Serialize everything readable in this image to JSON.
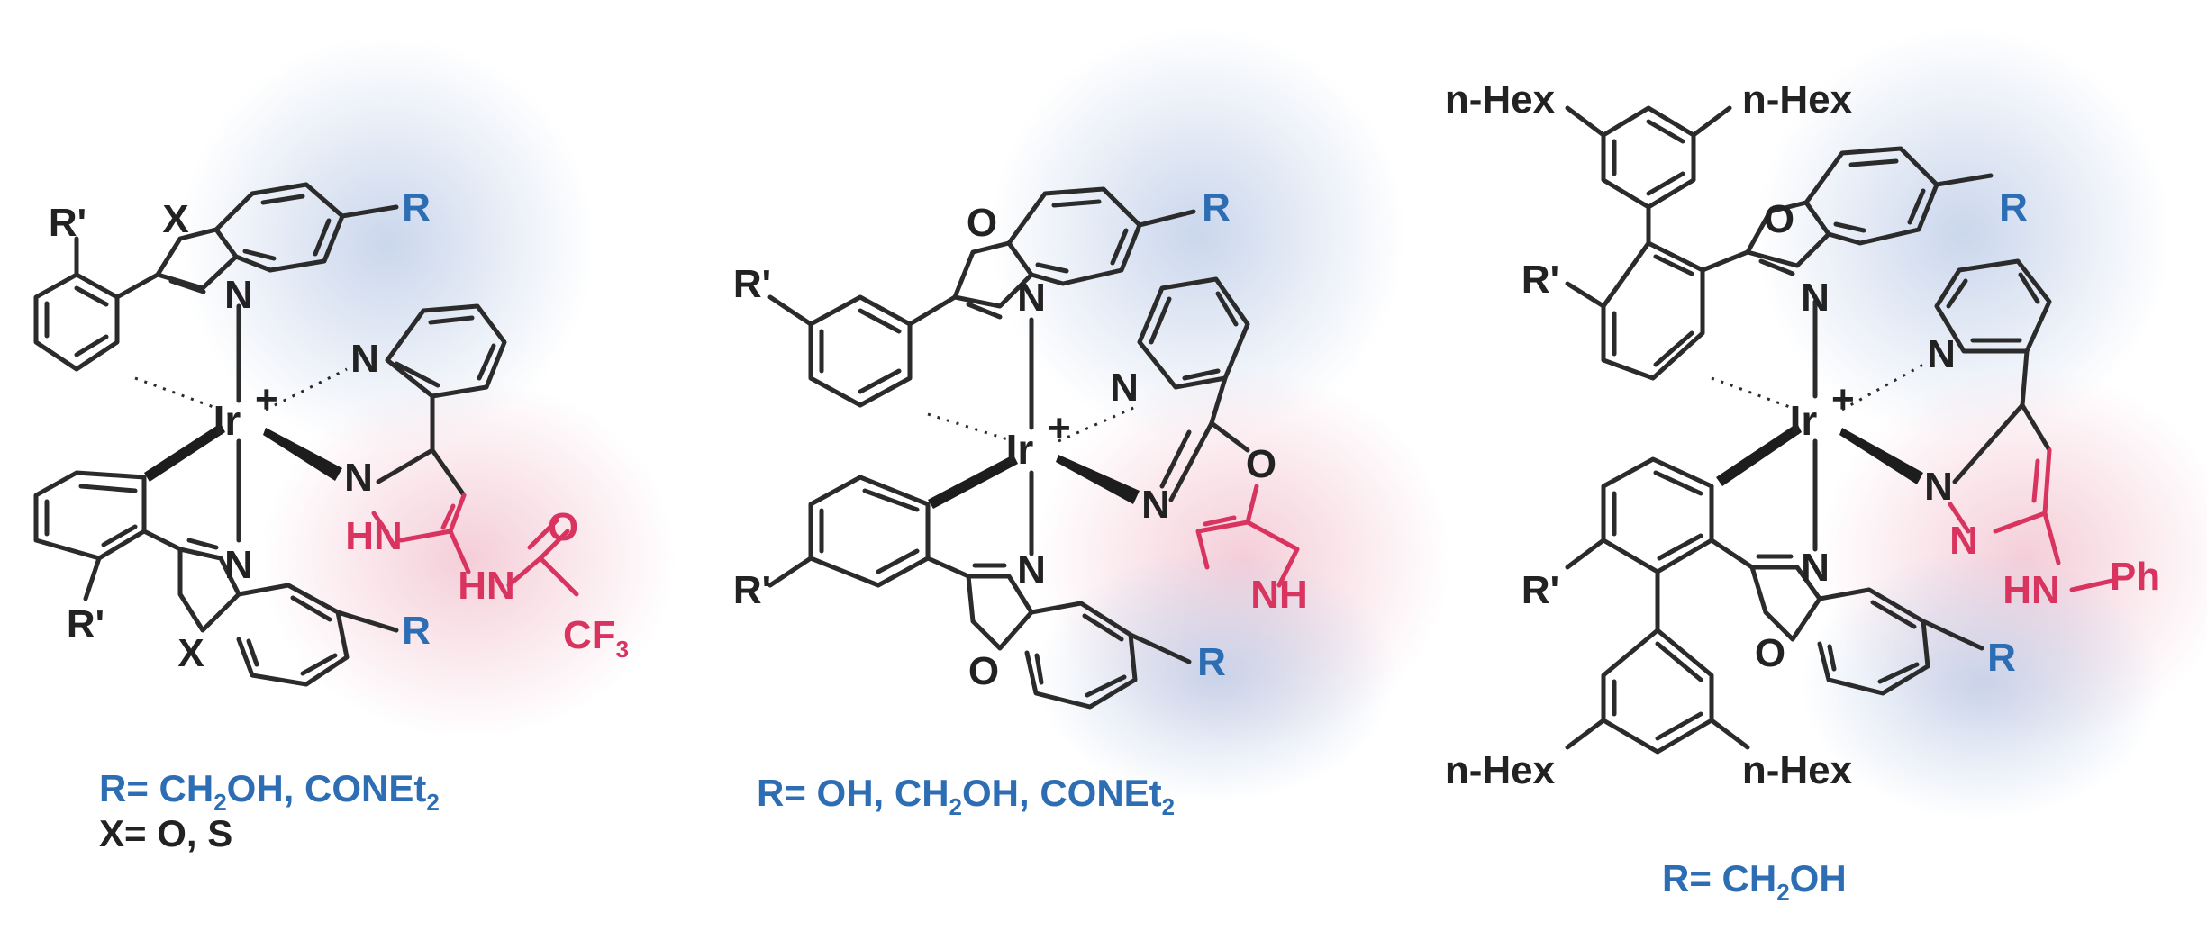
{
  "colors": {
    "bond": "#2b2b2b",
    "substituent_blue": "#2c6db3",
    "ancillary_red": "#d8345f",
    "glow_blue": "#b9c9e6",
    "glow_red": "#f2c2cf"
  },
  "complexes": [
    {
      "atoms": {
        "ir": "Ir",
        "ir_charge": "+",
        "x_top": "X",
        "x_bottom": "X",
        "n_top": "N",
        "n_bottom": "N",
        "n_pyridine": "N",
        "n_pyrazole": "N",
        "hn_pyrazole": "HN",
        "amide_nh": "HN",
        "o_carbonyl": "O",
        "cf3_main": "CF",
        "cf3_sub": "3",
        "r_top": "R",
        "r_bottom": "R",
        "rp_top": "R'",
        "rp_bottom": "R'"
      },
      "caption": {
        "line1_main": "R= CH",
        "line1_sub": "2",
        "line1_rest": "OH, CONEt",
        "line1_sub2": "2",
        "line2": "X= O, S"
      }
    },
    {
      "atoms": {
        "ir": "Ir",
        "ir_charge": "+",
        "o_top": "O",
        "o_bottom": "O",
        "n_top": "N",
        "n_bottom": "N",
        "n_pyridine": "N",
        "n_oxazoline": "N",
        "o_oxazoline": "O",
        "nh_ring": "NH",
        "r_top": "R",
        "r_bottom": "R",
        "rp_top": "R'",
        "rp_bottom": "R'"
      },
      "caption": {
        "line1_main": "R= OH, CH",
        "line1_sub": "2",
        "line1_rest": "OH, CONEt",
        "line1_sub2": "2"
      }
    },
    {
      "atoms": {
        "ir": "Ir",
        "ir_charge": "+",
        "o_top": "O",
        "o_bottom": "O",
        "n_top": "N",
        "n_bottom": "N",
        "n_pyridine": "N",
        "n_pyrazole": "N",
        "n_pyrazole2": "N",
        "hn_ph": "HN",
        "ph": "Ph",
        "nhex_tl": "n-Hex",
        "nhex_tr": "n-Hex",
        "nhex_bl": "n-Hex",
        "nhex_br": "n-Hex",
        "r_top": "R",
        "r_bottom": "R",
        "rp_top": "R'",
        "rp_bottom": "R'"
      },
      "caption": {
        "line1_main": "R= CH",
        "line1_sub": "2",
        "line1_rest": "OH"
      }
    }
  ]
}
